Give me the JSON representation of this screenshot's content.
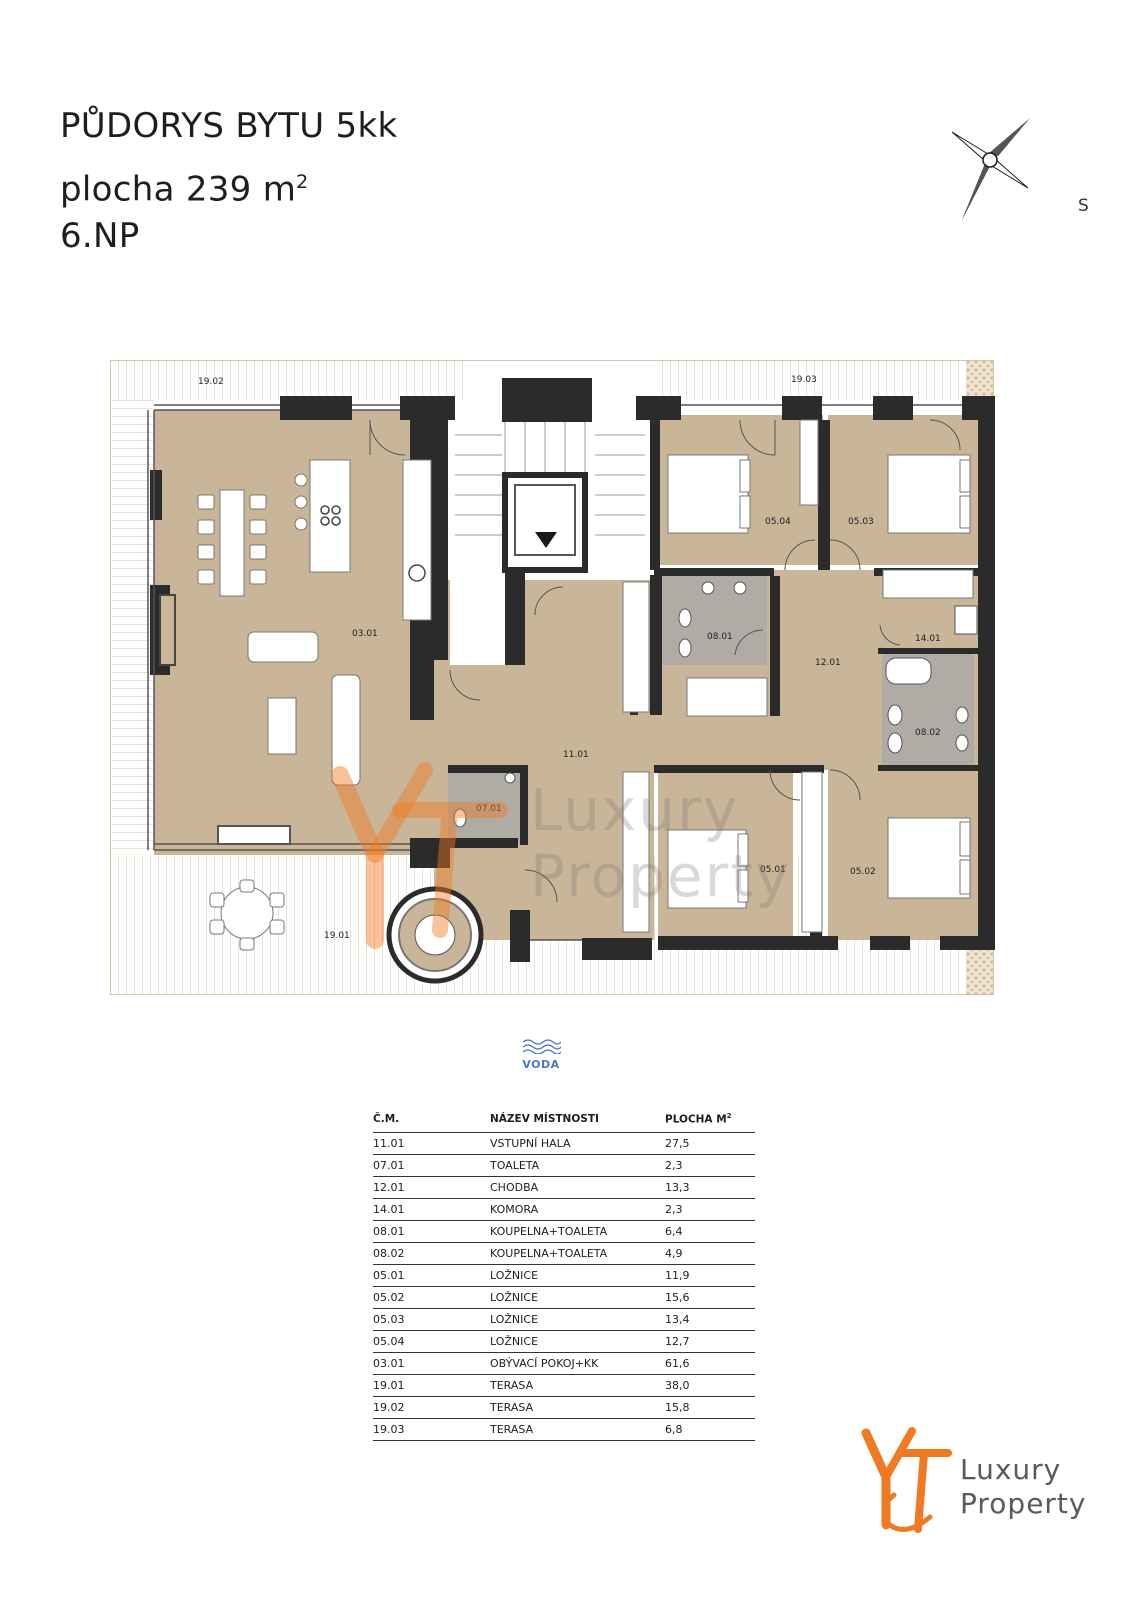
{
  "header": {
    "title_line1": "PŮDORYS BYTU 5kk",
    "title_line2_prefix": "plocha 239 m",
    "title_line2_sup": "2",
    "title_line3": "6.NP"
  },
  "compass": {
    "label": "S",
    "icon": "compass-star-icon"
  },
  "plan": {
    "colors": {
      "floor": "#c9b597",
      "wall": "#2b2b2b",
      "terrace_line": "#d7c4a6",
      "bath": "#b0aba4",
      "furniture": "#ffffff"
    },
    "room_labels": {
      "r1902": "19.02",
      "r1903": "19.03",
      "r0504": "05.04",
      "r0503": "05.03",
      "r0301": "03.01",
      "r0801": "08.01",
      "r1201": "12.01",
      "r1401": "14.01",
      "r0802": "08.02",
      "r1101": "11.01",
      "r0701": "07.01",
      "r0501": "05.01",
      "r0502": "05.02",
      "r1901": "19.01"
    }
  },
  "water": {
    "label": "VODA",
    "icon": "water-waves-icon"
  },
  "table": {
    "headers": {
      "number": "Č.M.",
      "name": "NÁZEV MÍSTNOSTI",
      "area_prefix": "PLOCHA M",
      "area_sup": "2"
    },
    "rows": [
      {
        "number": "11.01",
        "name": "VSTUPNÍ HALA",
        "area": "27,5"
      },
      {
        "number": "07.01",
        "name": "TOALETA",
        "area": "2,3"
      },
      {
        "number": "12.01",
        "name": "CHODBA",
        "area": "13,3"
      },
      {
        "number": "14.01",
        "name": "KOMORA",
        "area": "2,3"
      },
      {
        "number": "08.01",
        "name": "KOUPELNA+TOALETA",
        "area": "6,4"
      },
      {
        "number": "08.02",
        "name": "KOUPELNA+TOALETA",
        "area": "4,9"
      },
      {
        "number": "05.01",
        "name": "LOŽNICE",
        "area": "11,9"
      },
      {
        "number": "05.02",
        "name": "LOŽNICE",
        "area": "15,6"
      },
      {
        "number": "05.03",
        "name": "LOŽNICE",
        "area": "13,4"
      },
      {
        "number": "05.04",
        "name": "LOŽNICE",
        "area": "12,7"
      },
      {
        "number": "03.01",
        "name": "OBÝVACÍ POKOJ+KK",
        "area": "61,6"
      },
      {
        "number": "19.01",
        "name": "TERASA",
        "area": "38,0"
      },
      {
        "number": "19.02",
        "name": "TERASA",
        "area": "15,8"
      },
      {
        "number": "19.03",
        "name": "TERASA",
        "area": "6,8"
      }
    ]
  },
  "logo": {
    "line1": "Luxury",
    "line2": "Property",
    "accent": "#f07a22",
    "icon": "yt-monogram-icon"
  }
}
